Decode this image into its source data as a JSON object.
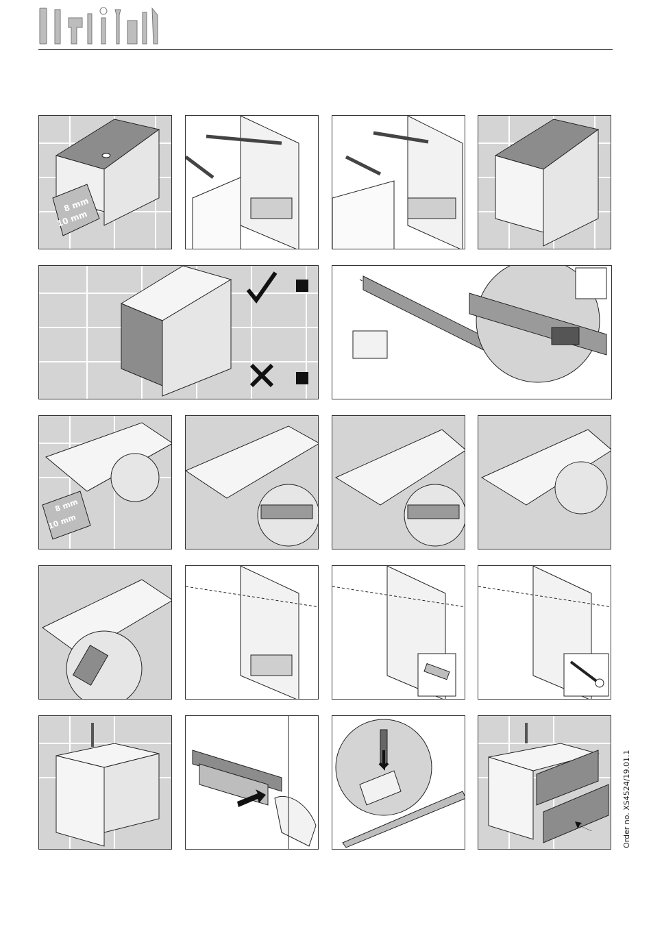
{
  "header": {
    "tool_icons": [
      "spirit-level-icon",
      "screwdriver-icon",
      "drill-icon",
      "bit-icon",
      "no-icon",
      "pencil-icon",
      "wrench-icon",
      "tape-measure-icon",
      "saw-icon",
      "knife-icon"
    ]
  },
  "steps": {
    "spacer_label_1": "10 mm",
    "spacer_label_2": "10 mm",
    "spacer_label_flip_1": "8 mm",
    "spacer_label_flip_2": "8 mm"
  },
  "footer": {
    "order_number": "Order no. XS4524/19.01.1"
  },
  "colors": {
    "panel_bg": "#d4d4d4",
    "tile_line": "#ffffff",
    "dark_fill": "#8c8c8c",
    "ink": "#222222"
  }
}
